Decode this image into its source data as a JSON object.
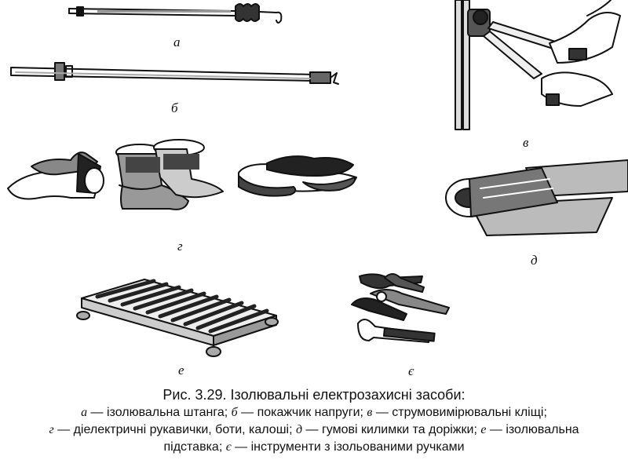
{
  "labels": {
    "a": "а",
    "b": "б",
    "v": "в",
    "g": "г",
    "d": "д",
    "e": "е",
    "ye": "є"
  },
  "caption": {
    "title": "Рис. 3.29. Ізолювальні електрозахисні засоби:",
    "line1_a": "а",
    "line1_a_text": " — ізолювальна штанга; ",
    "line1_b": "б",
    "line1_b_text": " — покажчик напруги; ",
    "line1_v": "в",
    "line1_v_text": " — струмовимірювальні кліщі;",
    "line2_g": "г",
    "line2_g_text": " — діелектричні рукавички, боти, калоші; ",
    "line2_d": "д",
    "line2_d_text": " — гумові килимки та доріжки; ",
    "line2_e": "е",
    "line2_e_text": " — ізолювальна",
    "line3_text": "підставка; ",
    "line3_ye": "є",
    "line3_ye_text": " — інструменти з ізольованими ручками"
  }
}
